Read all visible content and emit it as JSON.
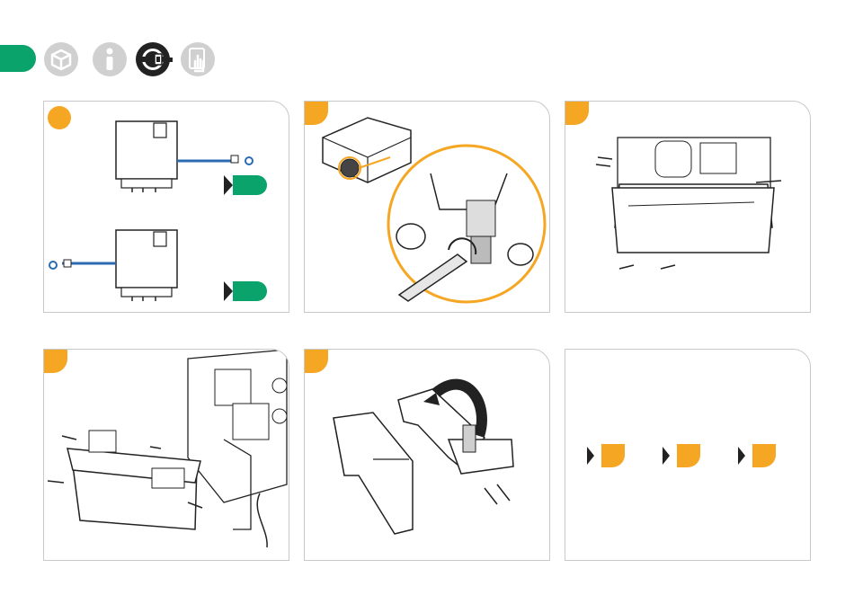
{
  "header": {
    "icons": [
      "box-icon",
      "info-icon",
      "steering-wheel-icon",
      "hand-touch-icon"
    ],
    "accent": "#0aa36c",
    "icon_gray": "#d0d0d0",
    "icon_dark": "#222222"
  },
  "colors": {
    "step_orange": "#f5a623",
    "pill_green": "#0aa36c",
    "pipe_blue": "#2b6cb0",
    "border": "#c9c9c9"
  },
  "panels": [
    {
      "id": "panel-1",
      "step_marker": "circle",
      "content": "two-unit-connection-options"
    },
    {
      "id": "panel-2",
      "step_marker": "corner",
      "content": "wrench-loosen-fitting"
    },
    {
      "id": "panel-3",
      "step_marker": "corner",
      "content": "remove-cover-screws"
    },
    {
      "id": "panel-4",
      "step_marker": "corner",
      "content": "detach-tank-screws"
    },
    {
      "id": "panel-5",
      "step_marker": "corner",
      "content": "separate-tank-parts"
    },
    {
      "id": "panel-6",
      "step_marker": "none",
      "content": "step-sequence",
      "sequence_count": 3
    }
  ]
}
